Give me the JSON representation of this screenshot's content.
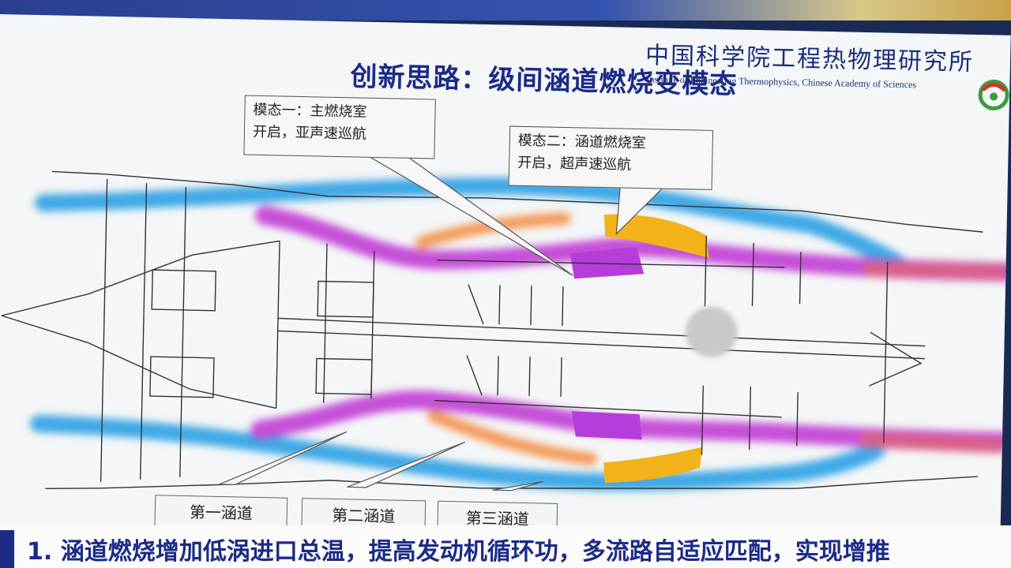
{
  "title": "创新思路：级间涵道燃烧变模态",
  "institute": {
    "chinese": "中国科学院工程热物理研究所",
    "english": "Institute of Engineering Thermophysics, Chinese Academy of Sciences"
  },
  "callouts": {
    "mode1": {
      "line1": "模态一：主燃烧室",
      "line2": "开启，亚声速巡航"
    },
    "mode2": {
      "line1": "模态二：涵道燃烧室",
      "line2": "开启，超声速巡航"
    }
  },
  "bypass_labels": [
    "第一涵道",
    "第二涵道",
    "第三涵道"
  ],
  "bottom_text": "1. 涵道燃烧增加低涡进口总温，提高发动机循环功，多流路自适应匹配，实现增推",
  "colors": {
    "title": "#1b2b86",
    "first_bypass_flow": "#3fa8e6",
    "core_flow": "#c64fd8",
    "duct_burner": "#f3b21a",
    "exhaust": "#d8608a"
  }
}
